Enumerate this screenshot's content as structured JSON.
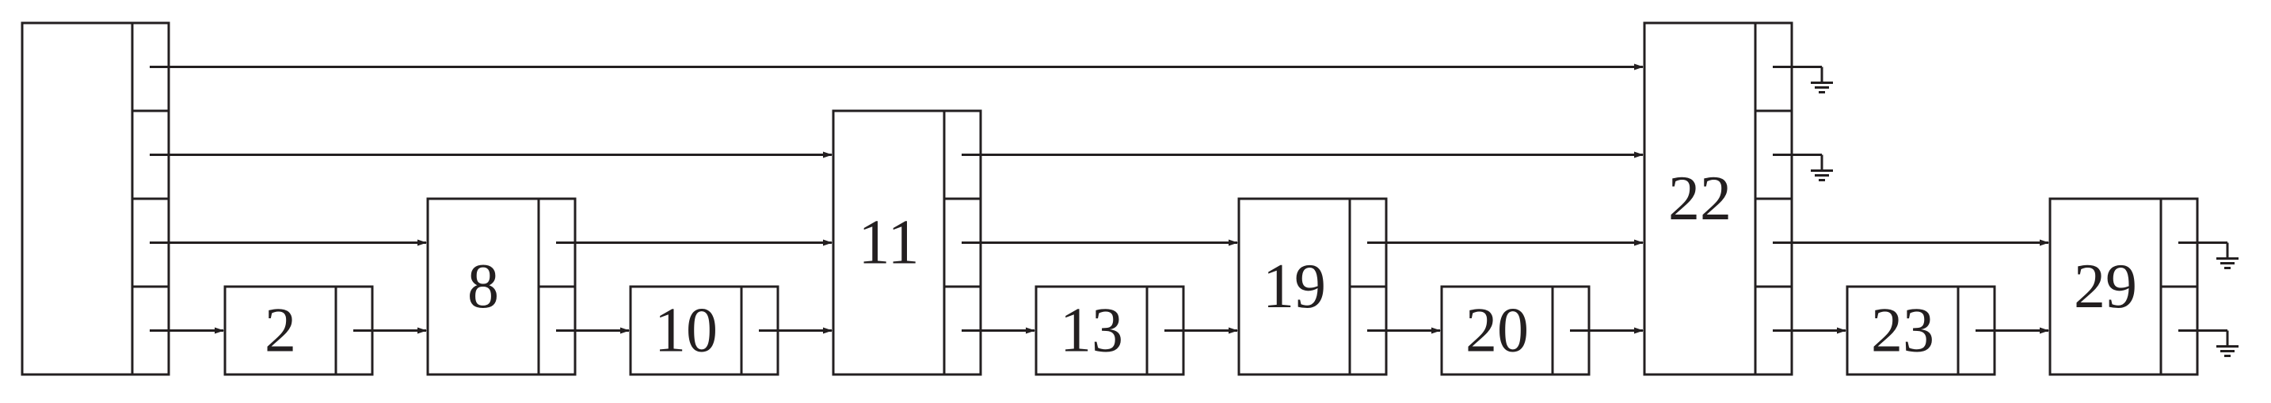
{
  "colors": {
    "stroke": "#231f20",
    "background": "#ffffff"
  },
  "skip_list": {
    "header_levels": 4,
    "nodes": [
      {
        "key": "2",
        "levels": 1
      },
      {
        "key": "8",
        "levels": 2
      },
      {
        "key": "10",
        "levels": 1
      },
      {
        "key": "11",
        "levels": 3
      },
      {
        "key": "13",
        "levels": 1
      },
      {
        "key": "19",
        "levels": 2
      },
      {
        "key": "20",
        "levels": 1
      },
      {
        "key": "22",
        "levels": 4
      },
      {
        "key": "23",
        "levels": 1
      },
      {
        "key": "29",
        "levels": 2
      }
    ],
    "null_terminator_icon": "ground-icon"
  }
}
